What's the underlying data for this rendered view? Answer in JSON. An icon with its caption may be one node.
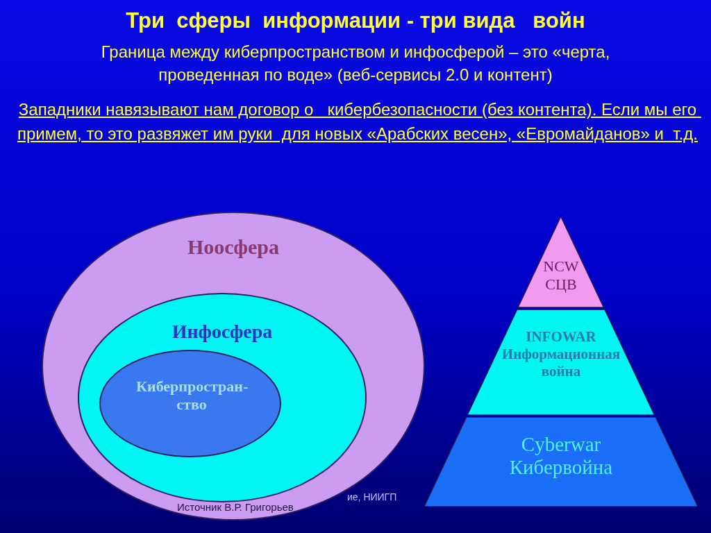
{
  "diagram": {
    "title": "Три  сферы  информации - три вида   войн",
    "nodes": [
      {
        "text": [
          "Ноосфера"
        ]
      },
      {
        "text": [
          "Инфосфера"
        ],
        "in": 0
      },
      {
        "text": [
          "Киберпростран-ство"
        ],
        "in": 1
      },
      {
        "text": [
          "NCW СЦВ"
        ]
      },
      {
        "text": [
          "INFOWAR Информационная война"
        ]
      },
      {
        "text": [
          "Cyberwar Кибервойна"
        ]
      }
    ],
    "labels": [
      "Граница между киберпространством и инфосферой – это «черта, проведенная по воде» (веб-сервисы 2.0 и контент)",
      "Западники навязывают нам договор о   кибербезопасности (без контента). Если мы его примем, то это развяжет им руки  для новых «Арабских весен», «Евромайданов» и  т.д.",
      "Источник В.Р. Григорьев",
      "ие, НИИГП"
    ]
  }
}
